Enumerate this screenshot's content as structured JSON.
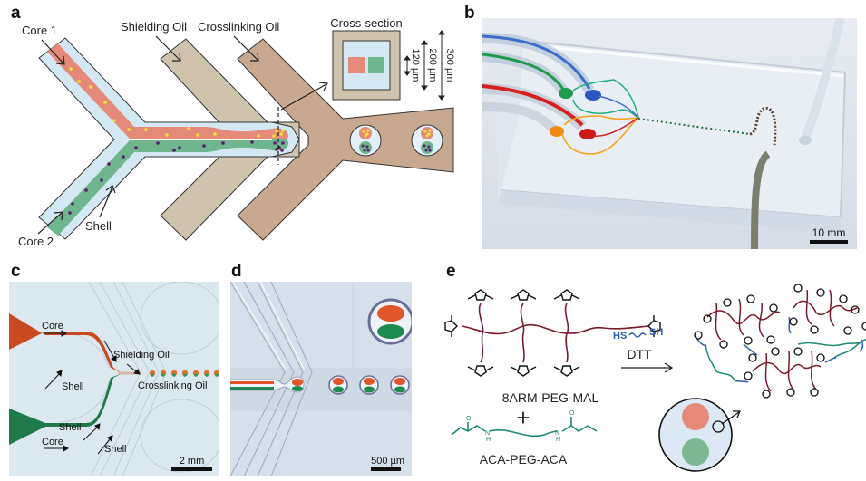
{
  "figure": {
    "panels": [
      {
        "id": "a",
        "label": "a"
      },
      {
        "id": "b",
        "label": "b"
      },
      {
        "id": "c",
        "label": "c"
      },
      {
        "id": "d",
        "label": "d"
      },
      {
        "id": "e",
        "label": "e"
      }
    ]
  },
  "panel_a": {
    "label": "a",
    "core1": "Core 1",
    "core2": "Core 2",
    "shell": "Shell",
    "shielding_oil": "Shielding Oil",
    "crosslinking_oil": "Crosslinking Oil",
    "cross_section_title": "Cross-section",
    "dim_120": "120 µm",
    "dim_200": "200 µm",
    "dim_300": "300 µm",
    "colors": {
      "shell": "#d4e8f4",
      "core1": "#e58a78",
      "core2": "#6fb58e",
      "shielding": "#cfc3ae",
      "crosslinking": "#c8a88e",
      "yellow_particle": "#f3e23a",
      "purple_particle": "#5a1c6e"
    }
  },
  "panel_b": {
    "label": "b",
    "scale_bar": "10 mm"
  },
  "panel_c": {
    "label": "c",
    "core_top": "Core",
    "shell_top": "Shell",
    "shielding_oil": "Shielding Oil",
    "crosslinking_oil": "Crosslinking Oil",
    "shell_mid": "Shell",
    "core_bottom": "Core",
    "shell_bottom": "Shell",
    "scale_bar": "2 mm"
  },
  "panel_d": {
    "label": "d",
    "scale_bar": "500 µm"
  },
  "panel_e": {
    "label": "e",
    "polymer1": "8ARM-PEG-MAL",
    "plus": "+",
    "polymer2": "ACA-PEG-ACA",
    "dtt_left": "HS",
    "dtt_right": "SH",
    "dtt_label": "DTT",
    "colors": {
      "peg": "#7a1a2a",
      "aca": "#1e8a72",
      "dtt": "#2b5fb0"
    }
  }
}
